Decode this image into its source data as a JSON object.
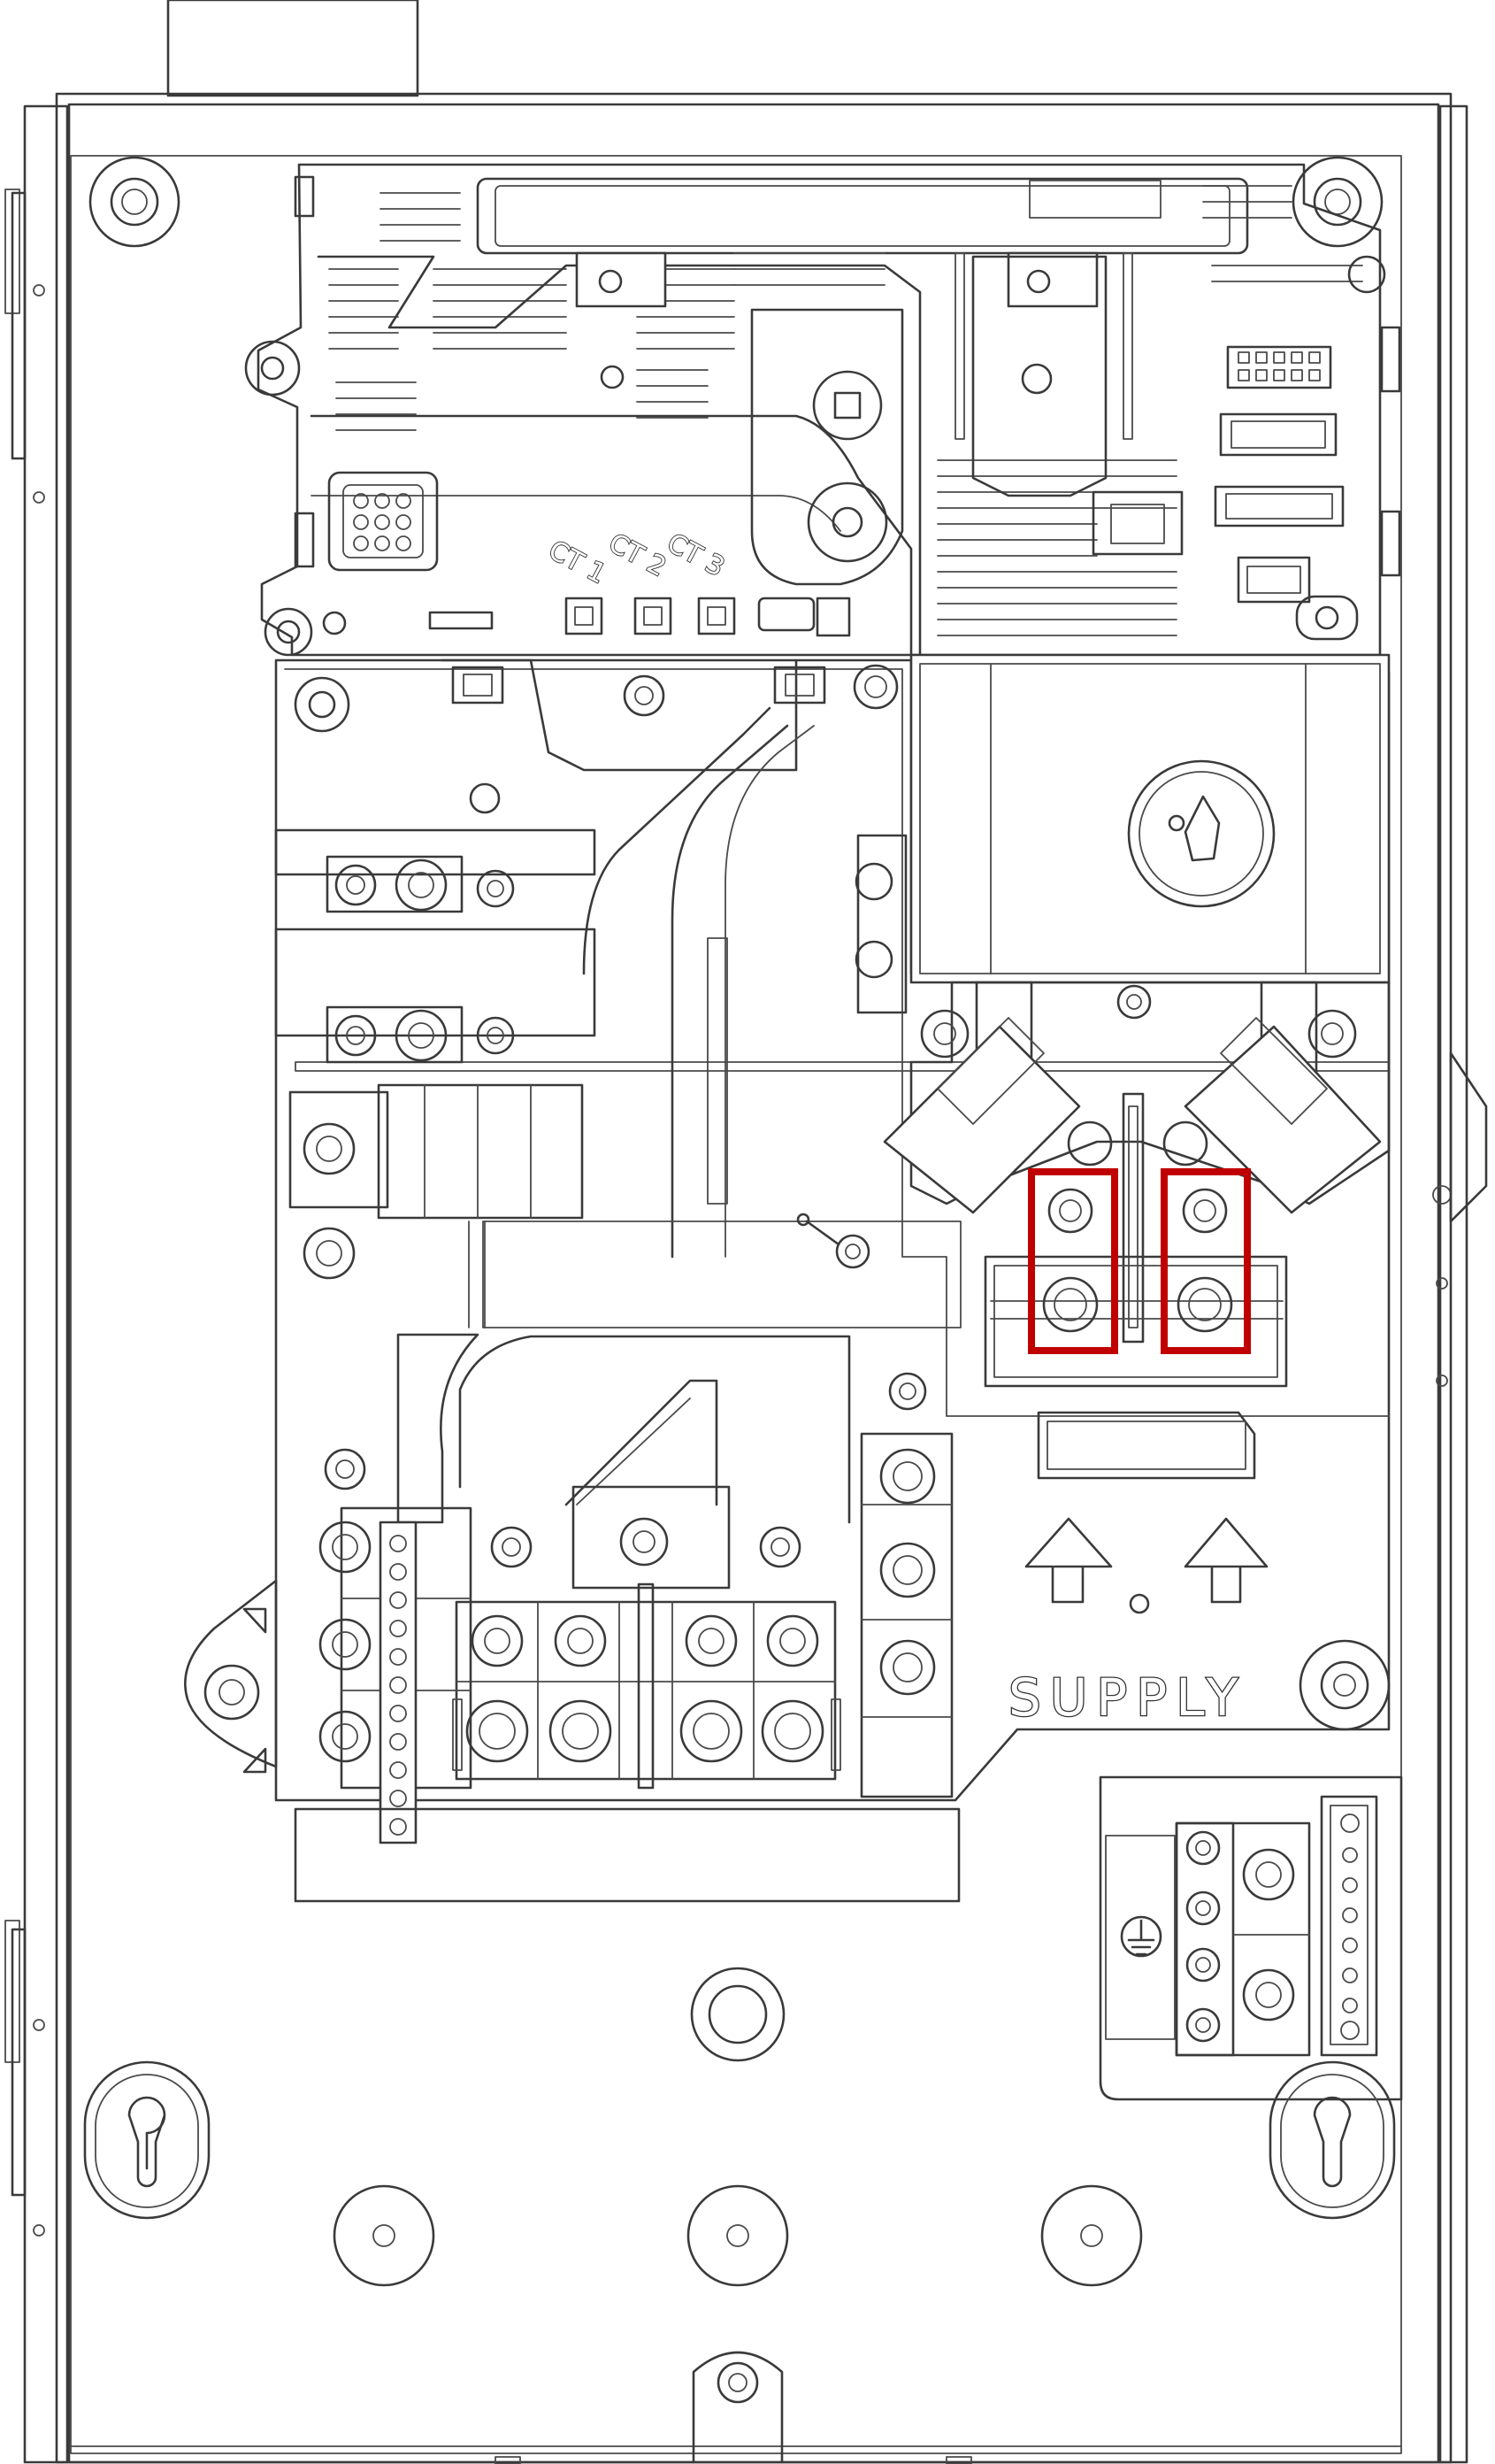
{
  "labels": {
    "ct1": "CT 1",
    "ct2": "CT 2",
    "ct3": "CT 3",
    "supply": "SUPPLY"
  },
  "highlight": {
    "color": "#c00000",
    "boxes": [
      "supply-terminal-left",
      "supply-terminal-right"
    ]
  },
  "icons": [
    "ground-symbol-icon",
    "supply-arrow-icon",
    "ethernet-port-icon",
    "keyhole-icon",
    "knockout-icon"
  ]
}
